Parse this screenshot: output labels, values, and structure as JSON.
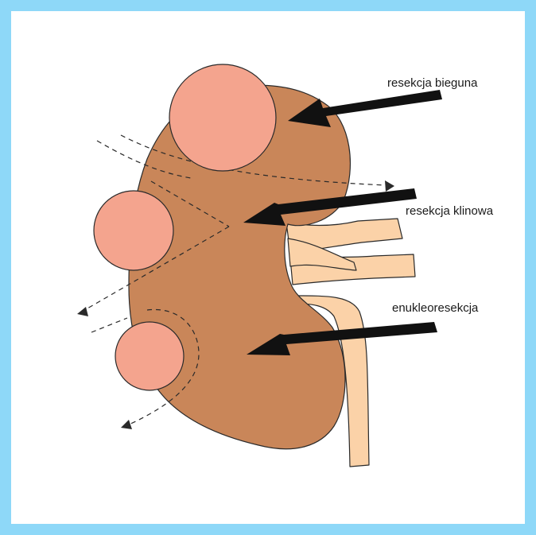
{
  "labels": {
    "pole_resection": "resekcja bieguna",
    "wedge_resection": "resekcja klinowa",
    "enucleoresection": "enukleoresekcja"
  },
  "colors": {
    "frame": "#8ed8f8",
    "kidney": "#c98659",
    "tumor": "#f4a48e",
    "vessels": "#fbd2a8",
    "outline": "#2a2a2a",
    "arrow": "#111111"
  }
}
